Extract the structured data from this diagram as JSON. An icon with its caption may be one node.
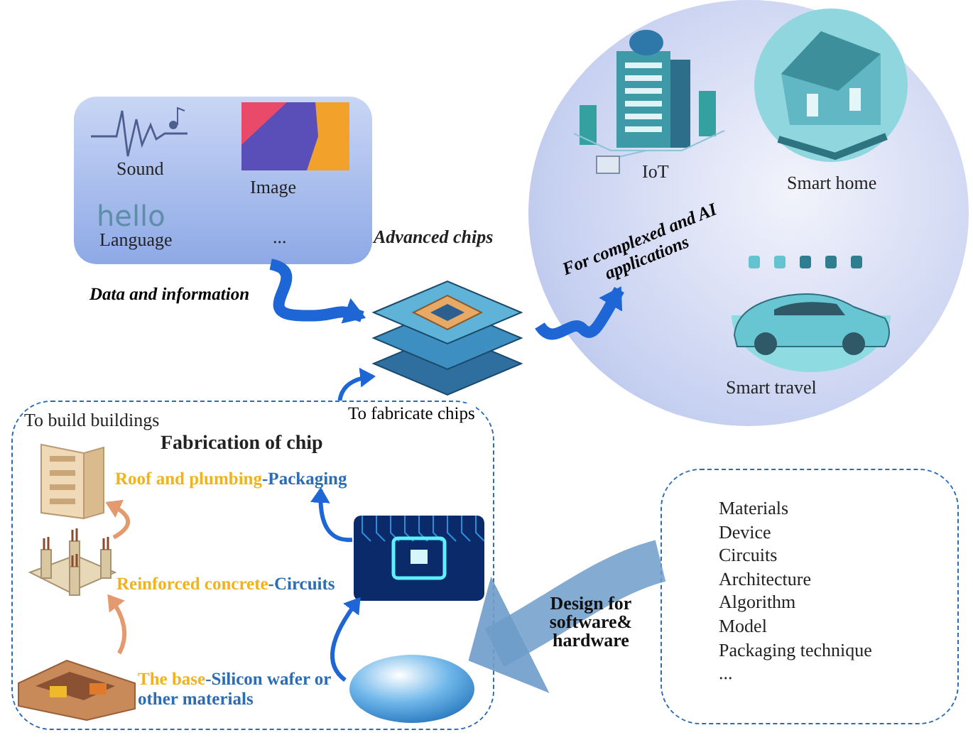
{
  "diagram": {
    "nodes": [
      {
        "text": [
          "Sound",
          "Image",
          "hello",
          "Language",
          "..."
        ]
      },
      {
        "text": [
          "Advanced chips"
        ]
      },
      {
        "text": [],
        "shape": "circle"
      },
      {
        "text": [
          "IoT"
        ],
        "in": 2
      },
      {
        "text": [
          "Smart home"
        ],
        "in": 2
      },
      {
        "text": [
          "Smart travel"
        ],
        "in": 2
      },
      {
        "text": [
          "To build buildings",
          "Fabrication of chip"
        ]
      },
      {
        "text": [],
        "shape": "picture",
        "in": 6
      },
      {
        "text": [],
        "shape": "picture",
        "in": 6
      },
      {
        "text": [],
        "shape": "picture",
        "in": 6
      },
      {
        "text": [],
        "shape": "picture",
        "in": 6
      },
      {
        "text": [],
        "shape": "picture",
        "in": 6
      },
      {
        "text": [
          "Materials",
          "Device",
          "Circuits",
          "Architecture",
          "Algorithm",
          "Model",
          "Packaging technique",
          "..."
        ]
      },
      {
        "text": [
          "Roof and plumbing-Packaging"
        ],
        "in": 6
      }
    ],
    "edges": [
      {
        "from": 0,
        "to": 1,
        "arrow": "to",
        "label": "Data and information",
        "style": "thick"
      },
      {
        "from": 1,
        "to": 2,
        "arrow": "to",
        "label": "For complexed and AI applications",
        "style": "thick"
      },
      {
        "from": 6,
        "to": 1,
        "arrow": "to",
        "label": "To fabricate chips"
      },
      {
        "from": 9,
        "to": 8,
        "arrow": "to",
        "color": "#e39a6e"
      },
      {
        "from": 8,
        "to": 7,
        "arrow": "to",
        "color": "#e39a6e"
      },
      {
        "from": 11,
        "to": 10,
        "arrow": "to"
      },
      {
        "from": 10,
        "to": 13,
        "arrow": "to"
      },
      {
        "from": 12,
        "to": 6,
        "arrow": "to",
        "label": "Design for software& hardware",
        "style": "thick",
        "color": "#6e9cca"
      }
    ],
    "labels": [
      "Reinforced concrete-Circuits",
      "The base-Silicon wafer or other materials"
    ]
  }
}
